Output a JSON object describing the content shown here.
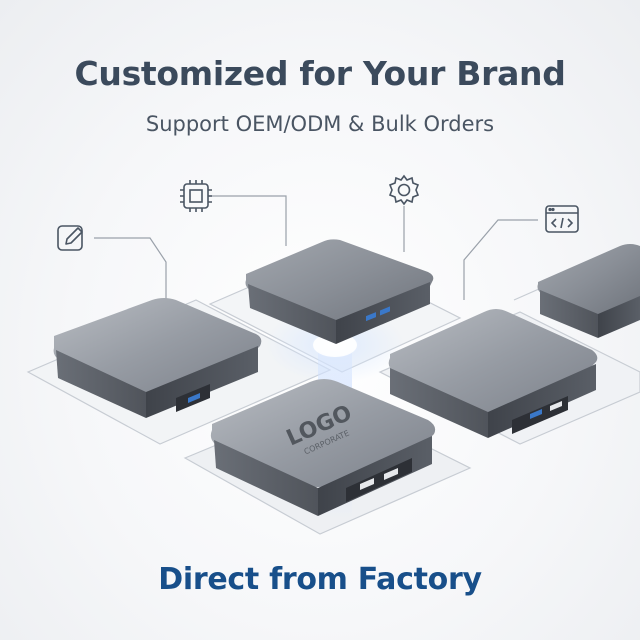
{
  "banner": {
    "headline": "Customized for Your Brand",
    "subhead": "Support OEM/ODM & Bulk Orders",
    "footer": "Direct from Factory"
  },
  "product": {
    "logo_text": "LOGO",
    "logo_subtext": "CORPORATE"
  },
  "icons": [
    "edit-icon",
    "chip-icon",
    "gear-icon",
    "code-window-icon"
  ],
  "colors": {
    "headline": "#3b4a5c",
    "footer": "#184f8a",
    "device_top": "#8c9199",
    "device_side": "#4b4f56",
    "port_blue": "#3a78c9"
  }
}
